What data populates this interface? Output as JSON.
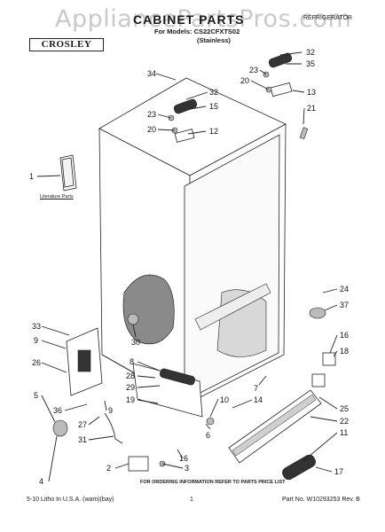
{
  "watermark": "AppliancePartsPros.com",
  "header": {
    "title": "CABINET PARTS",
    "category": "REFRIGERATOR",
    "models": "For Models: CS22CFXTS02",
    "finish": "(Stainless)",
    "brand": "CROSLEY"
  },
  "literature_label": "Literature Parts",
  "order_note": "FOR ORDERING INFORMATION REFER TO PARTS PRICE LIST",
  "footer": {
    "litho": "5-10 Litho In U.S.A. (wam)(bay)",
    "page": "1",
    "part_no": "Part No. W10293253 Rev. B"
  },
  "callouts": [
    "32",
    "35",
    "23",
    "20",
    "13",
    "21",
    "34",
    "32",
    "15",
    "23",
    "12",
    "20",
    "1",
    "24",
    "37",
    "33",
    "30",
    "9",
    "26",
    "16",
    "18",
    "8",
    "28",
    "7",
    "29",
    "10",
    "14",
    "19",
    "25",
    "5",
    "36",
    "9",
    "22",
    "27",
    "6",
    "31",
    "11",
    "2",
    "3",
    "16",
    "17",
    "4"
  ]
}
